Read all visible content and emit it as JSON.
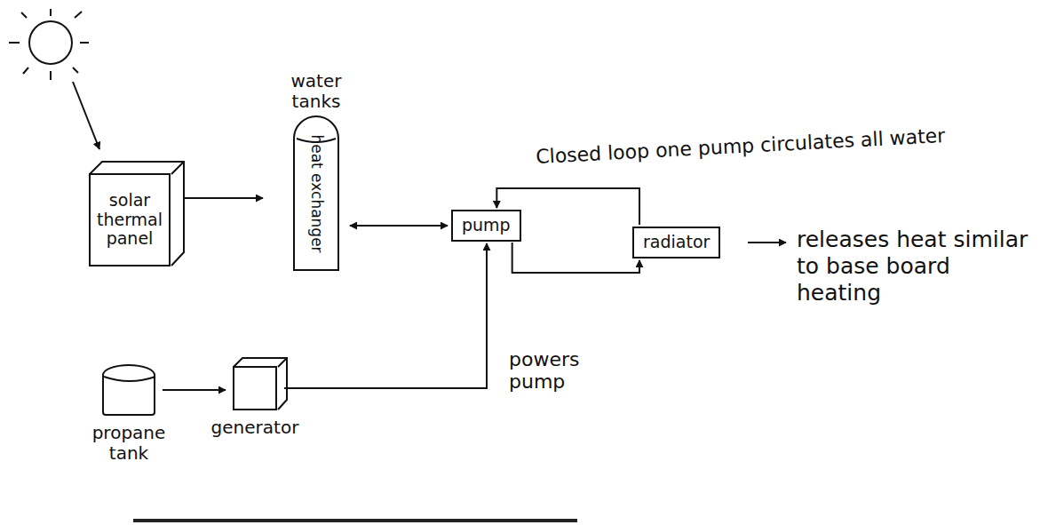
{
  "diagram": {
    "nodes": [
      {
        "text": [
          "solar thermal panel"
        ]
      },
      {
        "text": [
          "water tanks",
          "heat exchanger"
        ]
      },
      {
        "text": [
          "pump"
        ]
      },
      {
        "text": [
          "radiator"
        ]
      },
      {
        "text": [
          "propane tank"
        ]
      },
      {
        "text": [
          "generator"
        ]
      }
    ],
    "edges": [
      {
        "from": 0,
        "to": 1,
        "arrow": "to"
      },
      {
        "from": 1,
        "to": 2,
        "arrow": "both"
      },
      {
        "from": 3,
        "to": 2,
        "label": "Closed loop one pump circulates all water",
        "arrow": "to"
      },
      {
        "from": 2,
        "to": 3,
        "arrow": "to"
      },
      {
        "from": 4,
        "to": 5,
        "arrow": "to"
      },
      {
        "from": 5,
        "to": 2,
        "label": "powers pump",
        "arrow": "to"
      }
    ],
    "labels": [
      "releases heat similar to base board heating"
    ]
  }
}
